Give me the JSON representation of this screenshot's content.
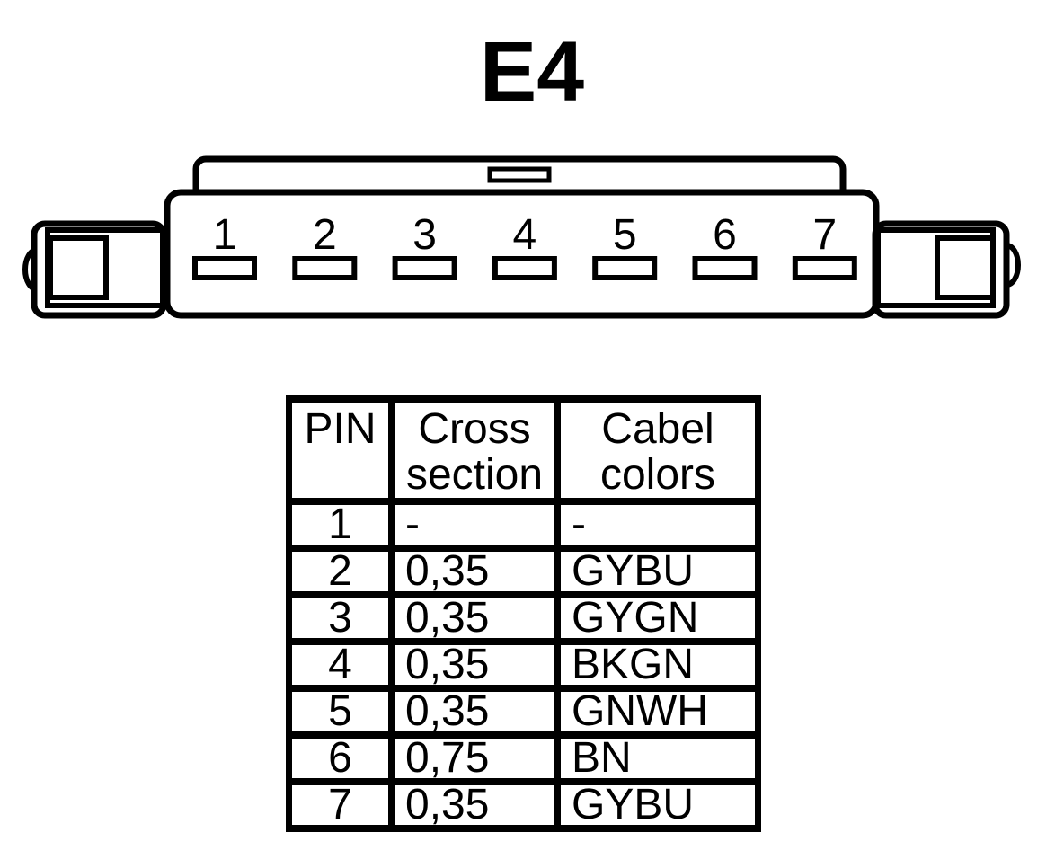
{
  "page": {
    "background_color": "#ffffff",
    "ink_color": "#000000"
  },
  "title": "E4",
  "connector": {
    "description": "7-pin connector front view",
    "pins": [
      "1",
      "2",
      "3",
      "4",
      "5",
      "6",
      "7"
    ]
  },
  "table": {
    "headers": {
      "pin": "PIN",
      "cross_section": "Cross section",
      "cable_colors": "Cabel colors"
    },
    "rows": [
      {
        "pin": "1",
        "cross_section": "-",
        "cable_colors": "-"
      },
      {
        "pin": "2",
        "cross_section": "0,35",
        "cable_colors": "GYBU"
      },
      {
        "pin": "3",
        "cross_section": "0,35",
        "cable_colors": "GYGN"
      },
      {
        "pin": "4",
        "cross_section": "0,35",
        "cable_colors": "BKGN"
      },
      {
        "pin": "5",
        "cross_section": "0,35",
        "cable_colors": "GNWH"
      },
      {
        "pin": "6",
        "cross_section": "0,75",
        "cable_colors": "BN"
      },
      {
        "pin": "7",
        "cross_section": "0,35",
        "cable_colors": "GYBU"
      }
    ]
  }
}
